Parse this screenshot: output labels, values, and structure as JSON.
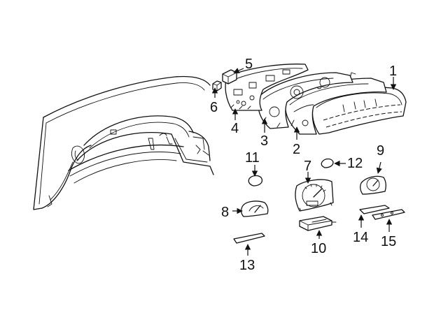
{
  "callouts": {
    "c1": "1",
    "c2": "2",
    "c3": "3",
    "c4": "4",
    "c5": "5",
    "c6": "6",
    "c7": "7",
    "c8": "8",
    "c9": "9",
    "c10": "10",
    "c11": "11",
    "c12": "12",
    "c13": "13",
    "c14": "14",
    "c15": "15"
  },
  "colors": {
    "line": "#111111",
    "background": "#ffffff"
  }
}
